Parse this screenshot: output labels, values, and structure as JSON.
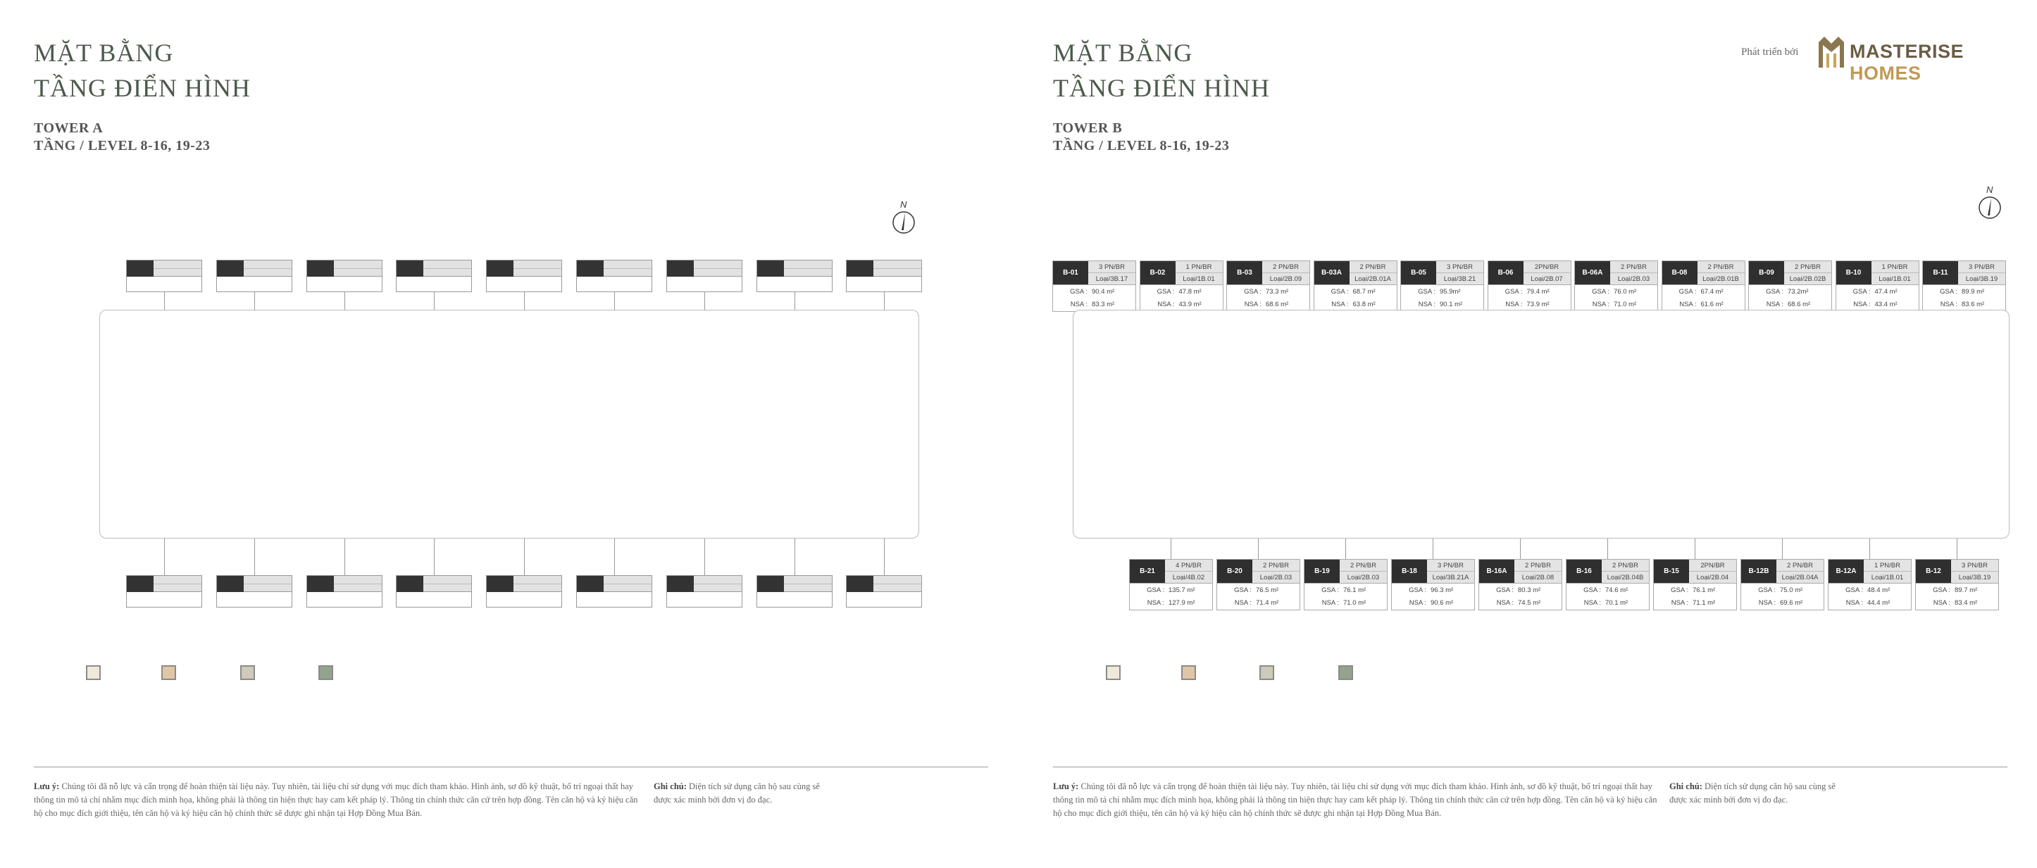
{
  "brand": {
    "developed_by": "Phát triển bởi",
    "name_part1": "MASTERISE",
    "name_part2": "HOMES"
  },
  "legend_colors": [
    "#efe9dc",
    "#e0c6a6",
    "#cdcabb",
    "#93a38f"
  ],
  "compass": {
    "label": "N"
  },
  "tower_a": {
    "title_line1": "MẶT BẰNG",
    "title_line2": "TẦNG ĐIỂN HÌNH",
    "tower": "TOWER A",
    "level": "TẦNG / LEVEL 8-16, 19-23"
  },
  "tower_b": {
    "title_line1": "MẶT BẰNG",
    "title_line2": "TẦNG ĐIỂN HÌNH",
    "tower": "TOWER B",
    "level": "TẦNG / LEVEL 8-16, 19-23",
    "top_units": [
      {
        "code": "B-01",
        "bedrooms": "3 PN/BR",
        "type": "Loại/3B.17",
        "gsa": "90.4 m²",
        "nsa": "83.3 m²"
      },
      {
        "code": "B-02",
        "bedrooms": "1 PN/BR",
        "type": "Loại/1B.01",
        "gsa": "47.8 m²",
        "nsa": "43.9 m²"
      },
      {
        "code": "B-03",
        "bedrooms": "2 PN/BR",
        "type": "Loại/2B.09",
        "gsa": "73.3 m²",
        "nsa": "68.6 m²"
      },
      {
        "code": "B-03A",
        "bedrooms": "2 PN/BR",
        "type": "Loại/2B.01A",
        "gsa": "68.7 m²",
        "nsa": "63.8 m²"
      },
      {
        "code": "B-05",
        "bedrooms": "3 PN/BR",
        "type": "Loại/3B.21",
        "gsa": "95.9m²",
        "nsa": "90.1 m²"
      },
      {
        "code": "B-06",
        "bedrooms": "2PN/BR",
        "type": "Loại/2B.07",
        "gsa": "79.4 m²",
        "nsa": "73.9 m²"
      },
      {
        "code": "B-06A",
        "bedrooms": "2 PN/BR",
        "type": "Loại/2B.03",
        "gsa": "76.0 m²",
        "nsa": "71.0 m²"
      },
      {
        "code": "B-08",
        "bedrooms": "2 PN/BR",
        "type": "Loại/2B.01B",
        "gsa": "67.4 m²",
        "nsa": "61.6 m²"
      },
      {
        "code": "B-09",
        "bedrooms": "2 PN/BR",
        "type": "Loại/2B.02B",
        "gsa": "73.2m²",
        "nsa": "68.6 m²"
      },
      {
        "code": "B-10",
        "bedrooms": "1 PN/BR",
        "type": "Loại/1B.01",
        "gsa": "47.4 m²",
        "nsa": "43.4 m²"
      },
      {
        "code": "B-11",
        "bedrooms": "3 PN/BR",
        "type": "Loại/3B.19",
        "gsa": "89.9 m²",
        "nsa": "83.6 m²"
      }
    ],
    "bottom_units": [
      {
        "code": "B-21",
        "bedrooms": "4 PN/BR",
        "type": "Loại/4B.02",
        "gsa": "135.7 m²",
        "nsa": "127.9 m²"
      },
      {
        "code": "B-20",
        "bedrooms": "2 PN/BR",
        "type": "Loại/2B.03",
        "gsa": "76.5 m²",
        "nsa": "71.4 m²"
      },
      {
        "code": "B-19",
        "bedrooms": "2 PN/BR",
        "type": "Loại/2B.03",
        "gsa": "76.1 m²",
        "nsa": "71.0 m²"
      },
      {
        "code": "B-18",
        "bedrooms": "3 PN/BR",
        "type": "Loại/3B.21A",
        "gsa": "96.3 m²",
        "nsa": "90.6 m²"
      },
      {
        "code": "B-16A",
        "bedrooms": "2 PN/BR",
        "type": "Loại/2B.08",
        "gsa": "80.3 m²",
        "nsa": "74.5 m²"
      },
      {
        "code": "B-16",
        "bedrooms": "2 PN/BR",
        "type": "Loại/2B.04B",
        "gsa": "74.6 m²",
        "nsa": "70.1 m²"
      },
      {
        "code": "B-15",
        "bedrooms": "2PN/BR",
        "type": "Loại/2B.04",
        "gsa": "76.1 m²",
        "nsa": "71.1 m²"
      },
      {
        "code": "B-12B",
        "bedrooms": "2 PN/BR",
        "type": "Loại/2B.04A",
        "gsa": "75.0 m²",
        "nsa": "69.6 m²"
      },
      {
        "code": "B-12A",
        "bedrooms": "1 PN/BR",
        "type": "Loại/1B.01",
        "gsa": "48.4 m²",
        "nsa": "44.4 m²"
      },
      {
        "code": "B-12",
        "bedrooms": "3 PN/BR",
        "type": "Loại/3B.19",
        "gsa": "89.7 m²",
        "nsa": "83.4 m²"
      }
    ]
  },
  "labels": {
    "gsa": "GSA :",
    "nsa": "NSA :"
  },
  "footer": {
    "disclaimer_label": "Lưu ý:",
    "disclaimer_text": "Chúng tôi đã nỗ lực và cẩn trọng để hoàn thiện tài liệu này. Tuy nhiên, tài liệu chỉ sử dụng với mục đích tham khảo. Hình ảnh, sơ đồ kỹ thuật, bố trí ngoại thất hay thông tin mô tả chỉ nhằm mục đích minh họa, không phải là thông tin hiện thực hay cam kết pháp lý. Thông tin chính thức căn cứ trên hợp đồng. Tên căn hộ và ký hiệu căn hộ cho mục đích giới thiệu, tên căn hộ và ký hiệu căn hộ chính thức sẽ được ghi nhận tại Hợp Đồng Mua Bán.",
    "note_label": "Ghi chú:",
    "note_text": "Diện tích sử dụng căn hộ sau cùng sẽ được xác minh bởi đơn vị đo đạc."
  }
}
